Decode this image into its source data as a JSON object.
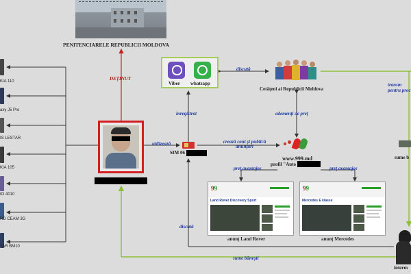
{
  "title": "PENITENCIARELE REPUBLICII MOLDOVA",
  "edges": {
    "detinut": "DEȚINUT",
    "inregistrat": "înregistrat",
    "utilizeaza": "utilizează",
    "creaza_cont": "crează cont și publică anunțuri",
    "discuta_top": "discută",
    "adementi": "ademenți de preț",
    "transmit": "transm pentru proc",
    "pret_avantajos_left": "preț avantajos",
    "pret_avantajos_right": "preț avantajos",
    "discuta_bottom": "discută",
    "sume_banesti": "sume bănești"
  },
  "phones": [
    {
      "label": "KIA 110"
    },
    {
      "label": "axy J5 Pro"
    },
    {
      "label": "IS LESTAR"
    },
    {
      "label": "KIA 105"
    },
    {
      "label": "IO 4010"
    },
    {
      "label": "RD CEAM 3G"
    },
    {
      "label": "TAR BM10"
    }
  ],
  "apps": {
    "viber": "Viber",
    "whatsapp": "whatsapp"
  },
  "citizens": "Cetățeni ai Republicii Moldova",
  "sim": "SIM 06",
  "site": {
    "url": "www.999.md",
    "profile": "profil \"Auto"
  },
  "ads": [
    {
      "caption": "anunț Land Rover",
      "title": "Land Rover Discovery Sport"
    },
    {
      "caption": "anunț Mercedes",
      "title": "Mercedes E klasse"
    }
  ],
  "right_side": {
    "sums": "sume b",
    "intermediary": "interm"
  },
  "colors": {
    "green_arrow": "#8fbf3a",
    "black_arrow": "#333333",
    "red_arrow": "#c32222",
    "blue_text": "#1f3aa0",
    "frame_red": "#d21f1f",
    "frame_green": "#a6cc5a"
  }
}
